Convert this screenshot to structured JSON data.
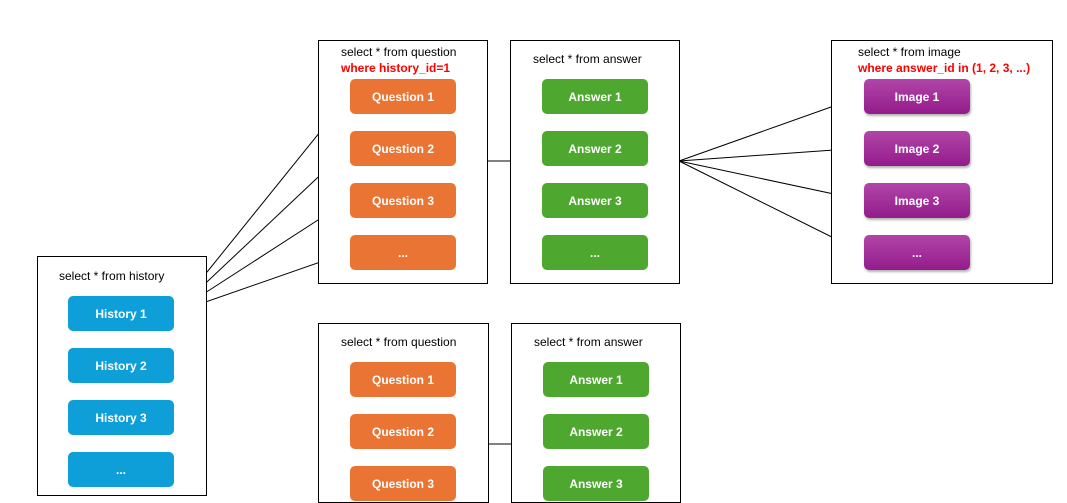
{
  "history_table": {
    "title": "select * from history",
    "items": [
      "History 1",
      "History 2",
      "History 3",
      "..."
    ]
  },
  "question_table_1": {
    "title": "select * from question",
    "condition": "where history_id=1",
    "items": [
      "Question 1",
      "Question 2",
      "Question 3",
      "..."
    ]
  },
  "answer_table_1": {
    "title": "select * from answer",
    "items": [
      "Answer 1",
      "Answer 2",
      "Answer 3",
      "..."
    ]
  },
  "image_table": {
    "title": "select * from image",
    "condition": "where answer_id in (1, 2, 3, ...)",
    "items": [
      "Image 1",
      "Image 2",
      "Image 3",
      "..."
    ]
  },
  "question_table_2": {
    "title": "select * from question",
    "items": [
      "Question 1",
      "Question 2",
      "Question 3"
    ]
  },
  "answer_table_2": {
    "title": "select * from answer",
    "items": [
      "Answer 1",
      "Answer 2",
      "Answer 3"
    ]
  },
  "colors": {
    "history": "#0e9fd8",
    "question": "#ea7434",
    "answer": "#4ea72e",
    "image": "#a02c98",
    "condition": "#ff0000"
  }
}
